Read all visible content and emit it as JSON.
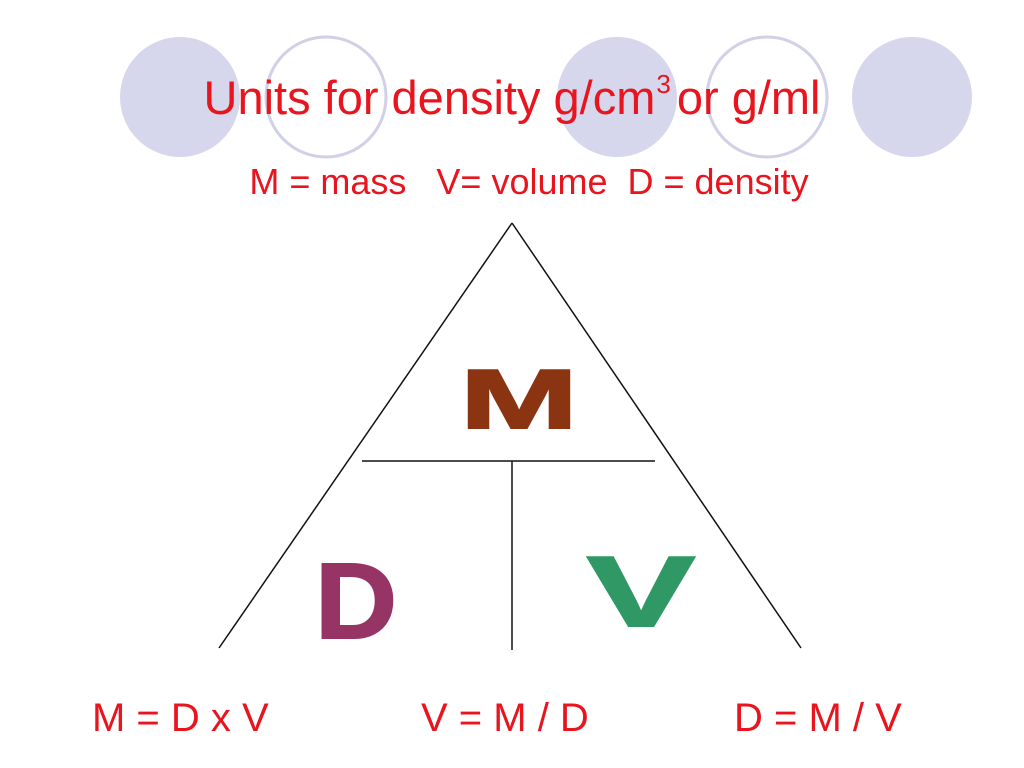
{
  "title": {
    "text": "Units for density g/cm",
    "superscript": "3",
    "suffix": "or g/ml"
  },
  "definitions": "M = mass   V= volume  D = density",
  "triangle": {
    "top_letter": "M",
    "bottom_left_letter": "D",
    "bottom_right_letter": "V"
  },
  "formulas": [
    "M = D x V",
    "V = M / D",
    "D = M / V"
  ],
  "colors": {
    "text_red": "#e8141e",
    "circle_fill": "#d6d6ec",
    "circle_stroke": "#d0d0e6",
    "letter_m": "#8b3412",
    "letter_d": "#973466",
    "letter_v": "#2f9865"
  }
}
